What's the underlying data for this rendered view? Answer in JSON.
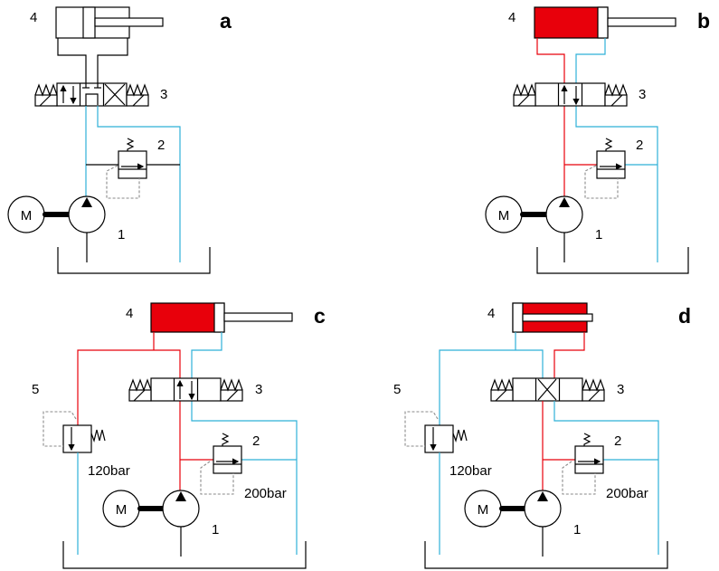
{
  "colors": {
    "pressure": "#e8000b",
    "return": "#2fb0d8",
    "neutral": "#000000",
    "pilot": "#8a8a8a"
  },
  "panels": [
    {
      "letter": "a",
      "motor": "M",
      "pump": "1",
      "relief": "2",
      "valve": "3",
      "cylinder": "4"
    },
    {
      "letter": "b",
      "motor": "M",
      "pump": "1",
      "relief": "2",
      "valve": "3",
      "cylinder": "4"
    },
    {
      "letter": "c",
      "motor": "M",
      "pump": "1",
      "relief": "2",
      "valve": "3",
      "cylinder": "4",
      "limit_valve": "5",
      "relief_setting": "200bar",
      "limit_setting": "120bar"
    },
    {
      "letter": "d",
      "motor": "M",
      "pump": "1",
      "relief": "2",
      "valve": "3",
      "cylinder": "4",
      "limit_valve": "5",
      "relief_setting": "200bar",
      "limit_setting": "120bar"
    }
  ]
}
